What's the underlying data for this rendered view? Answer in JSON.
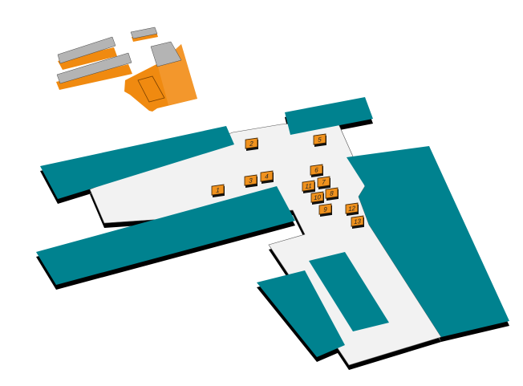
{
  "map": {
    "colors": {
      "room": "#00828f",
      "corridor": "#f2f2f2",
      "marker": "#f0921e",
      "minimap": "#f08a10",
      "minimap_gray": "#b4b4b4"
    },
    "markers": [
      "1",
      "2",
      "3",
      "4",
      "5",
      "6",
      "7",
      "8",
      "9",
      "10",
      "11",
      "12",
      "13"
    ]
  }
}
